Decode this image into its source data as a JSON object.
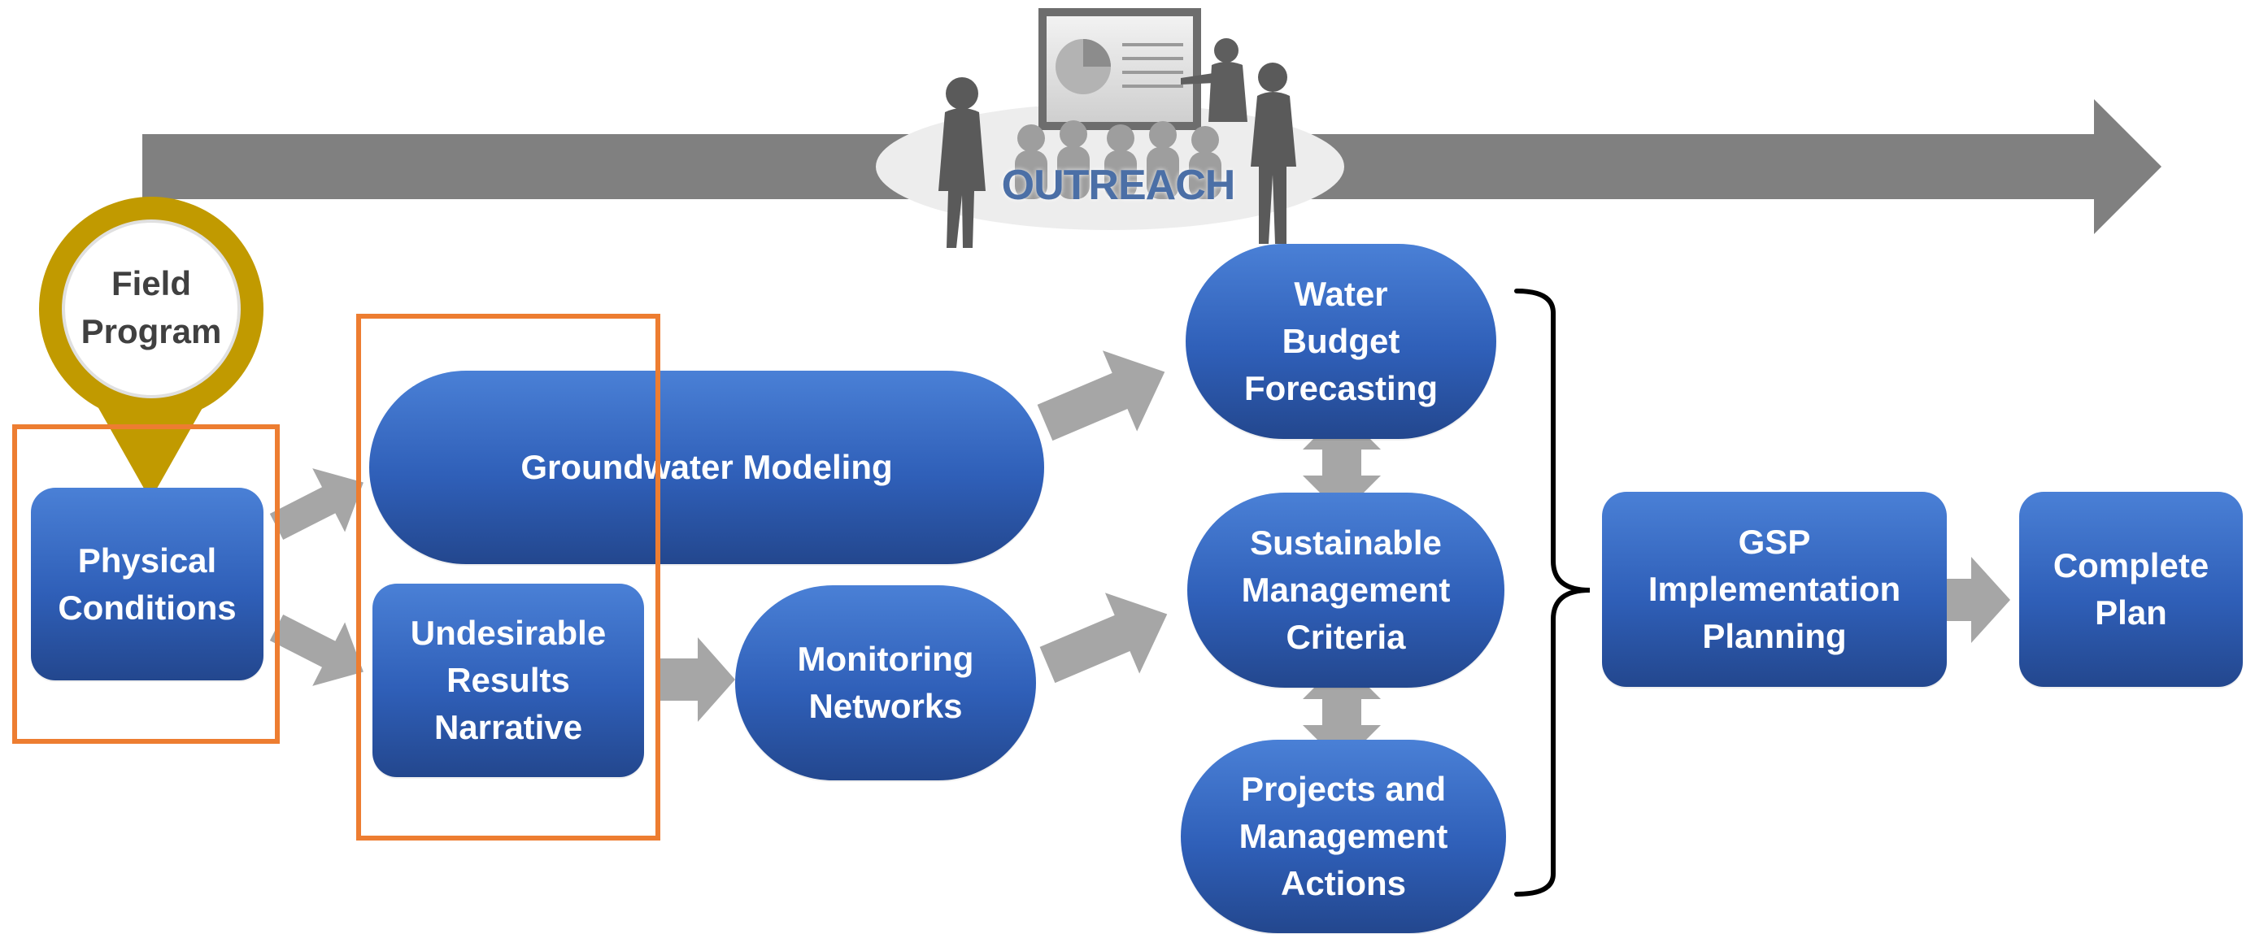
{
  "outreach": {
    "label": "OUTREACH"
  },
  "field_program": {
    "label": "Field\nProgram"
  },
  "nodes": {
    "physical_conditions": "Physical\nConditions",
    "groundwater_modeling": "Groundwater Modeling",
    "undesirable_results": "Undesirable\nResults\nNarrative",
    "monitoring_networks": "Monitoring\nNetworks",
    "water_budget": "Water\nBudget\nForecasting",
    "sustainable_management": "Sustainable\nManagement\nCriteria",
    "projects_actions": "Projects and\nManagement\nActions",
    "gsp_planning": "GSP\nImplementation\nPlanning",
    "complete_plan": "Complete\nPlan"
  },
  "colors": {
    "node_blue": "#2f5fb8",
    "highlight_orange": "#ed7d31",
    "arrow_gray": "#a6a6a6",
    "timeline_gray": "#808080",
    "pin_gold": "#c19a00"
  }
}
